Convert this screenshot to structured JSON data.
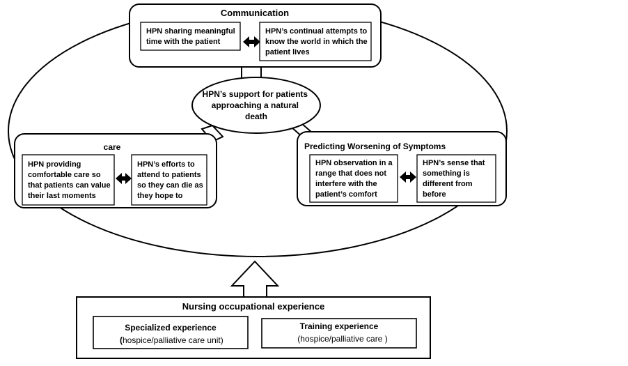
{
  "center": {
    "lines": [
      "HPN’s support for patients",
      "approaching a natural",
      "death"
    ]
  },
  "communication": {
    "title": "Communication",
    "left_lines": [
      "HPN sharing meaningful",
      "time with the patient"
    ],
    "right_lines": [
      "HPN’s continual attempts to",
      "know the world in which the",
      "patient lives"
    ]
  },
  "care": {
    "title": "care",
    "left_lines": [
      "HPN providing",
      "comfortable care so",
      "that patients can value",
      "their last moments"
    ],
    "right_lines": [
      "HPN’s efforts to",
      "attend to patients",
      "so they can die as",
      "they hope to"
    ]
  },
  "predicting": {
    "title": "Predicting Worsening of Symptoms",
    "left_lines": [
      "HPN observation in a",
      "range that does not",
      "interfere with the",
      "patient’s comfort"
    ],
    "right_lines": [
      "HPN’s sense that",
      "something is",
      "different from",
      "before"
    ]
  },
  "experience": {
    "title": "Nursing occupational experience",
    "specialized_title": "Specialized experience",
    "specialized_paren_open": "(",
    "specialized_detail": "hospice/palliative care unit)",
    "training_title": "Training experience",
    "training_detail": "(hospice/palliative care )"
  },
  "colors": {
    "stroke": "#000000",
    "background": "#ffffff"
  }
}
